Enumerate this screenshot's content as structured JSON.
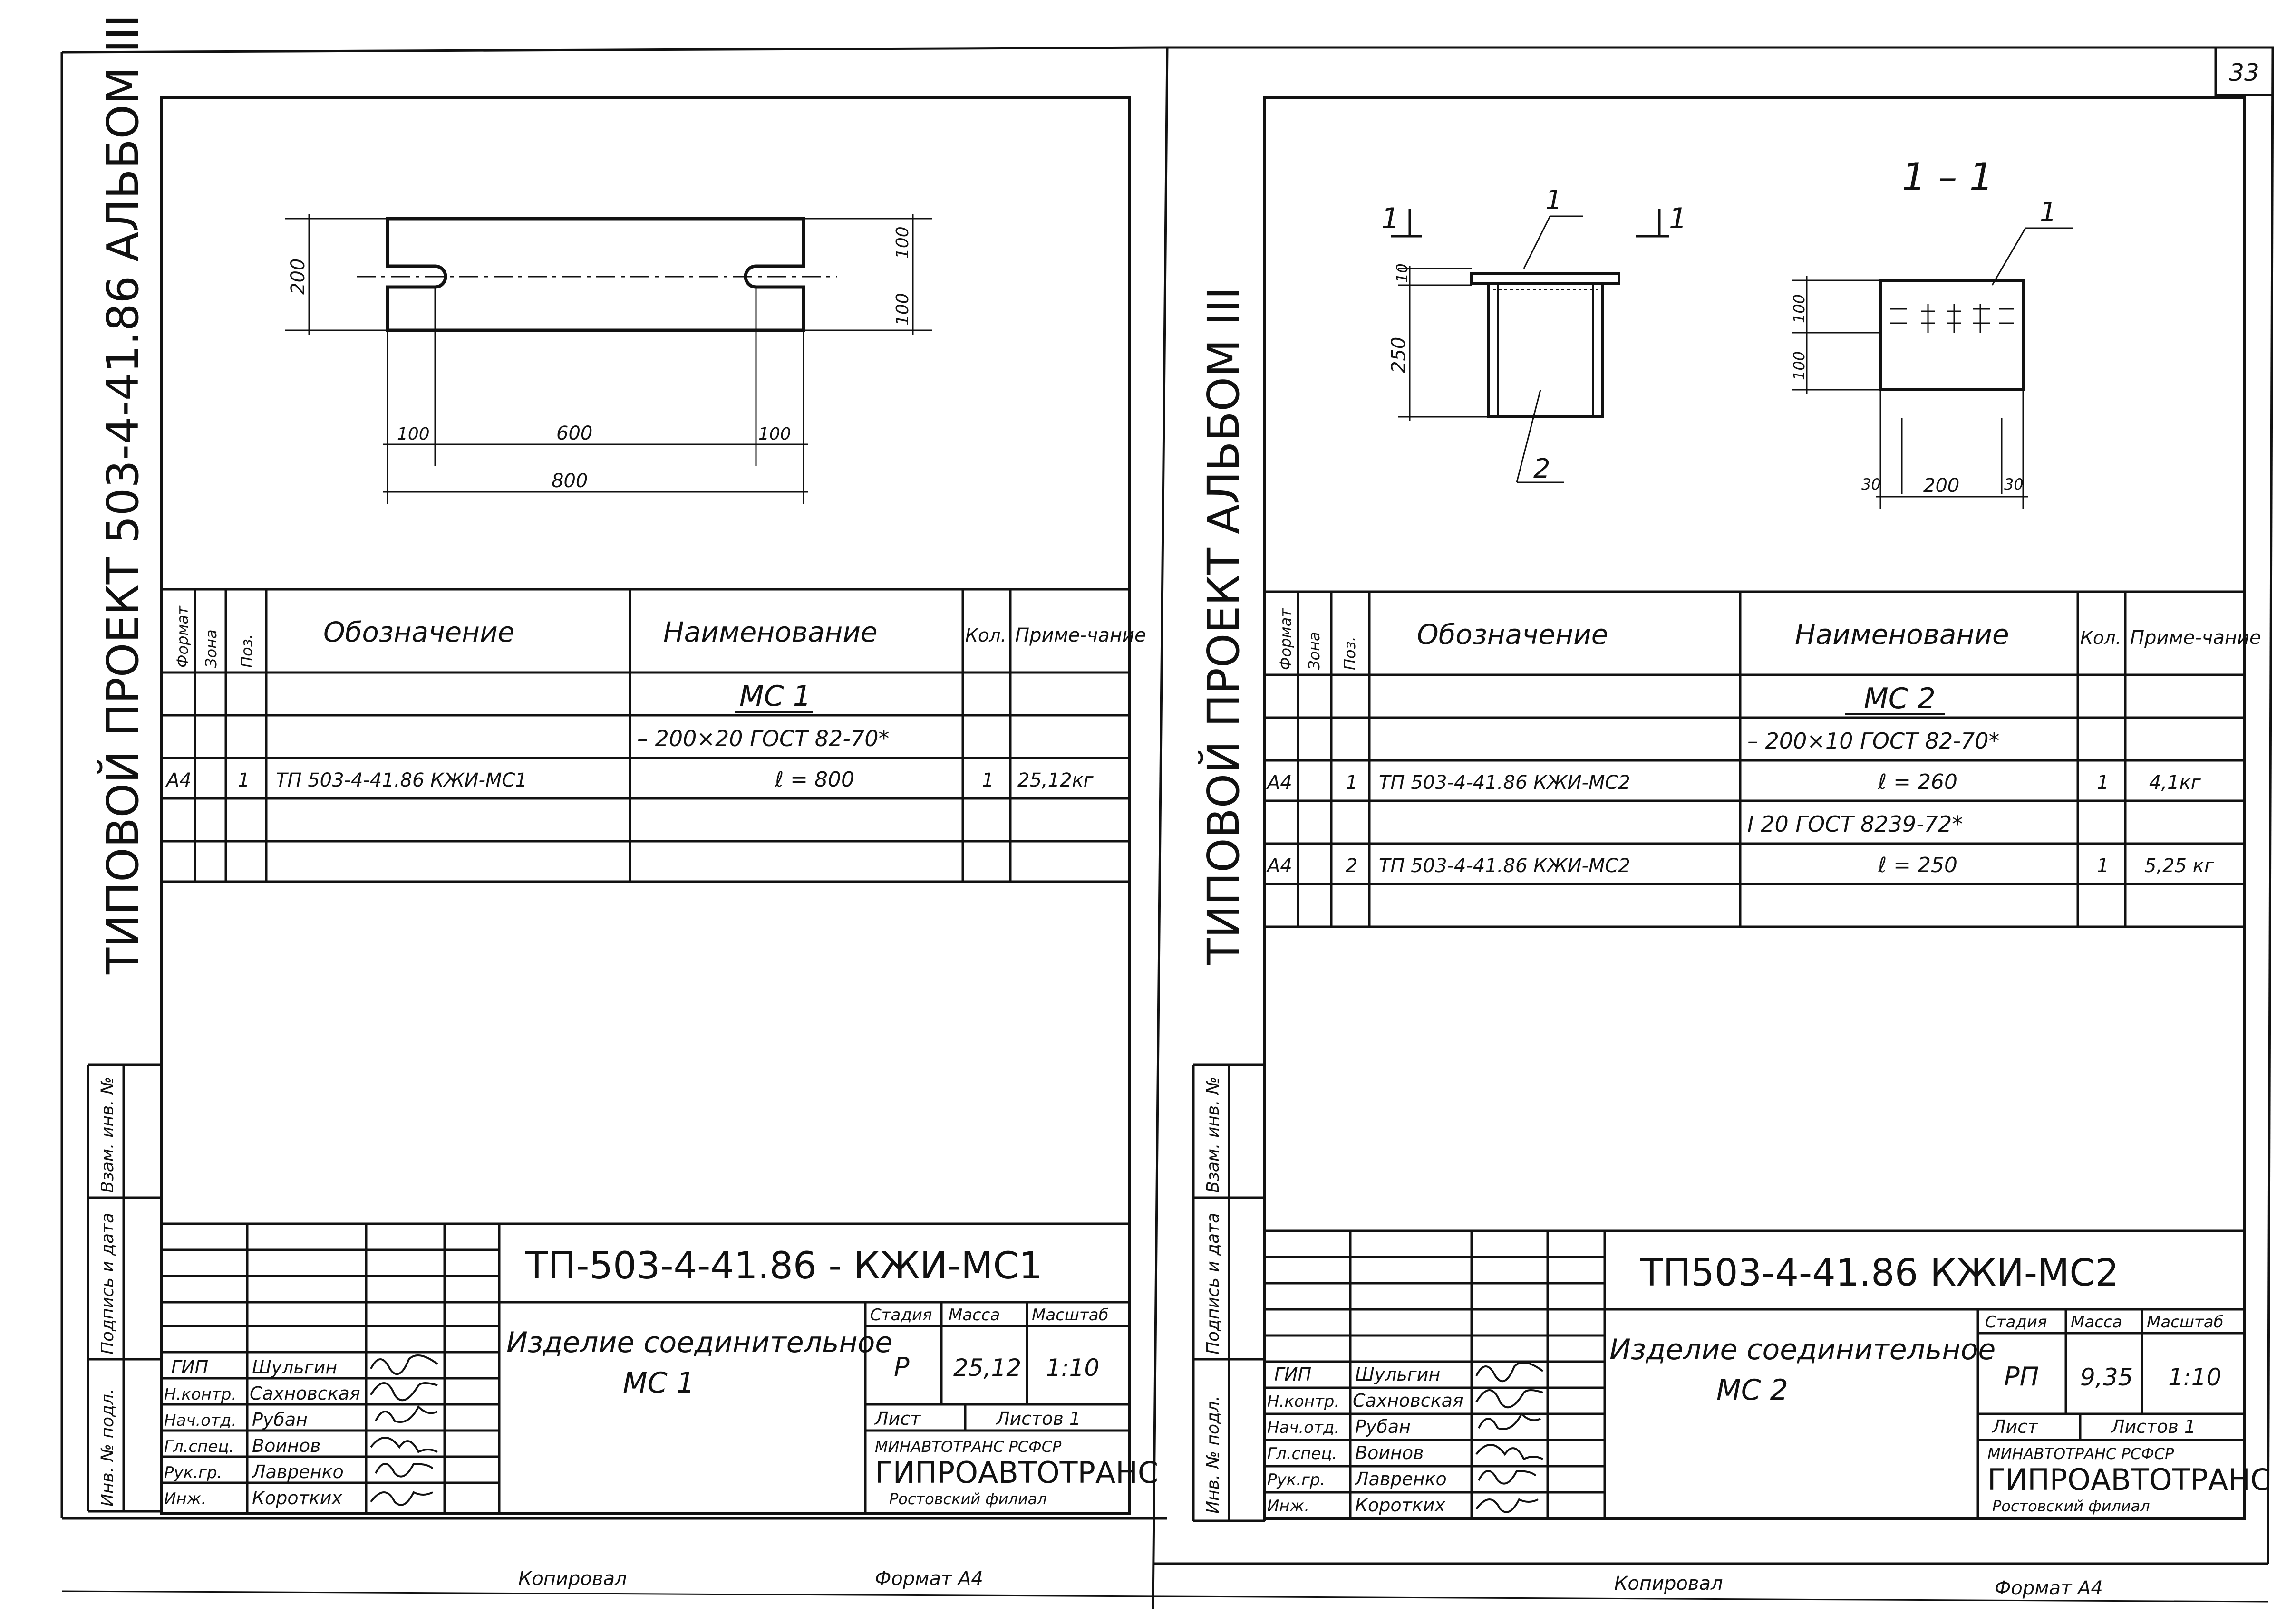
{
  "page_number": "33",
  "left_sheet": {
    "vertical_title": "ТИПОВОЙ  ПРОЕКТ 503-4-41.86  АЛЬБОМ III",
    "side_labels": [
      "Инв. № подл.",
      "Подпись и дата",
      "Взам. инв. №"
    ],
    "drawing": {
      "dim_total_height": "200",
      "dim_half_upper": "100",
      "dim_half_lower": "100",
      "dim_left": "100",
      "dim_middle": "600",
      "dim_right": "100",
      "dim_total_length": "800"
    },
    "spec_table": {
      "headers": [
        "Формат",
        "Зона",
        "Поз.",
        "Обозначение",
        "Наименование",
        "Кол.",
        "Приме-чание"
      ],
      "item_title": "МС 1",
      "material": "– 200×20  ГОСТ 82-70*",
      "rows": [
        {
          "format": "А4",
          "zone": "",
          "pos": "1",
          "designation": "ТП 503-4-41.86     КЖИ-МС1",
          "name": "ℓ = 800",
          "qty": "1",
          "note": "25,12кг"
        }
      ]
    },
    "title_block": {
      "code": "ТП-503-4-41.86 -    КЖИ-МС1",
      "name_line1": "Изделие соединительное",
      "name_line2": "МС 1",
      "stage_label": "Стадия",
      "mass_label": "Масса",
      "scale_label": "Масштаб",
      "stage": "Р",
      "mass": "25,12",
      "scale": "1:10",
      "sheet_label": "Лист",
      "sheets_label": "Листов 1",
      "org_line1": "МИНАВТОТРАНС  РСФСР",
      "org_line2": "ГИПРОАВТОТРАНС",
      "org_line3": "Ростовский  филиал",
      "staff": [
        {
          "role": "ГИП",
          "name": "Шульгин"
        },
        {
          "role": "Н.контр.",
          "name": "Сахновская"
        },
        {
          "role": "Нач.отд.",
          "name": "Рубан"
        },
        {
          "role": "Гл.спец.",
          "name": "Воинов"
        },
        {
          "role": "Рук.гр.",
          "name": "Лавренко"
        },
        {
          "role": "Инж.",
          "name": "Коротких"
        }
      ]
    },
    "footer_copied": "Копировал",
    "footer_format": "Формат А4"
  },
  "right_sheet": {
    "vertical_title": "ТИПОВОЙ  ПРОЕКТ  АЛЬБОМ III",
    "side_labels": [
      "Инв. № подл.",
      "Подпись и дата",
      "Взам. инв. №"
    ],
    "drawing": {
      "section_mark": "1",
      "section_title": "1 – 1",
      "callout_1": "1",
      "callout_2": "2",
      "callout_section_1": "1",
      "dim_plate": "10",
      "dim_height": "250",
      "dim_top": "100",
      "dim_bottom": "100",
      "dim_left": "30",
      "dim_middle": "200",
      "dim_right": "30"
    },
    "spec_table": {
      "headers": [
        "Формат",
        "Зона",
        "Поз.",
        "Обозначение",
        "Наименование",
        "Кол.",
        "Приме-чание"
      ],
      "item_title": "МС 2",
      "material1": "– 200×10   ГОСТ 82-70*",
      "material2": "I 20    ГОСТ 8239-72*",
      "rows": [
        {
          "format": "А4",
          "zone": "",
          "pos": "1",
          "designation": "ТП 503-4-41.86        КЖИ-МС2",
          "name": "ℓ = 260",
          "qty": "1",
          "note": "4,1кг"
        },
        {
          "format": "А4",
          "zone": "",
          "pos": "2",
          "designation": "ТП 503-4-41.86        КЖИ-МС2",
          "name": "ℓ = 250",
          "qty": "1",
          "note": "5,25 кг"
        }
      ]
    },
    "title_block": {
      "code": "ТП503-4-41.86        КЖИ-МС2",
      "name_line1": "Изделие соединительное",
      "name_line2": "МС 2",
      "stage_label": "Стадия",
      "mass_label": "Масса",
      "scale_label": "Масштаб",
      "stage": "РП",
      "mass": "9,35",
      "scale": "1:10",
      "sheet_label": "Лист",
      "sheets_label": "Листов 1",
      "org_line1": "МИНАВТОТРАНС  РСФСР",
      "org_line2": "ГИПРОАВТОТРАНС",
      "org_line3": "Ростовский  филиал",
      "staff": [
        {
          "role": "ГИП",
          "name": "Шульгин"
        },
        {
          "role": "Н.контр.",
          "name": "Сахновская"
        },
        {
          "role": "Нач.отд.",
          "name": "Рубан"
        },
        {
          "role": "Гл.спец.",
          "name": "Воинов"
        },
        {
          "role": "Рук.гр.",
          "name": "Лавренко"
        },
        {
          "role": "Инж.",
          "name": "Коротких"
        }
      ]
    },
    "footer_copied": "Копировал",
    "footer_format": "Формат А4"
  }
}
